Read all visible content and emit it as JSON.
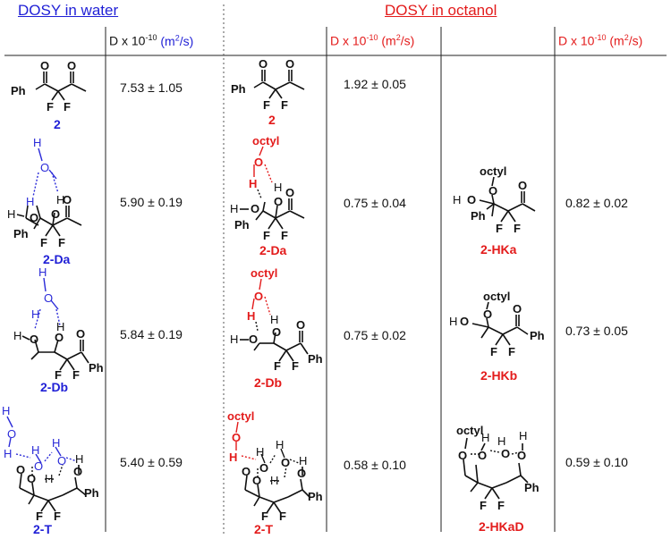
{
  "headers": {
    "water": "DOSY in water",
    "octanol": "DOSY in octanol",
    "d_prefix": "D x 10",
    "d_exp": "-10",
    "d_unit": " (m",
    "d_unit_exp": "2",
    "d_unit_end": "/s)"
  },
  "water": {
    "rows": [
      {
        "label": "2",
        "value": "7.53 ± 1.05"
      },
      {
        "label": "2-Da",
        "value": "5.90 ± 0.19"
      },
      {
        "label": "2-Db",
        "value": "5.84 ± 0.19"
      },
      {
        "label": "2-T",
        "value": "5.40 ± 0.59"
      }
    ]
  },
  "octanol": {
    "rows": [
      {
        "label": "2",
        "value": "1.92 ± 0.05"
      },
      {
        "label": "2-Da",
        "value": "0.75 ± 0.04"
      },
      {
        "label": "2-Db",
        "value": "0.75 ± 0.02"
      },
      {
        "label": "2-T",
        "value": "0.58 ± 0.10"
      }
    ],
    "hemiketals": [
      {
        "label": "2-HKa",
        "value": "0.82 ± 0.02"
      },
      {
        "label": "2-HKb",
        "value": "0.73 ± 0.05"
      },
      {
        "label": "2-HKaD",
        "value": "0.59 ± 0.10"
      }
    ]
  },
  "atoms": {
    "ph": "Ph",
    "o": "O",
    "f": "F",
    "h": "H",
    "octyl": "octyl"
  },
  "colors": {
    "water_accent": "#1f1fd6",
    "octanol_accent": "#e31b1b",
    "text": "#111111"
  }
}
